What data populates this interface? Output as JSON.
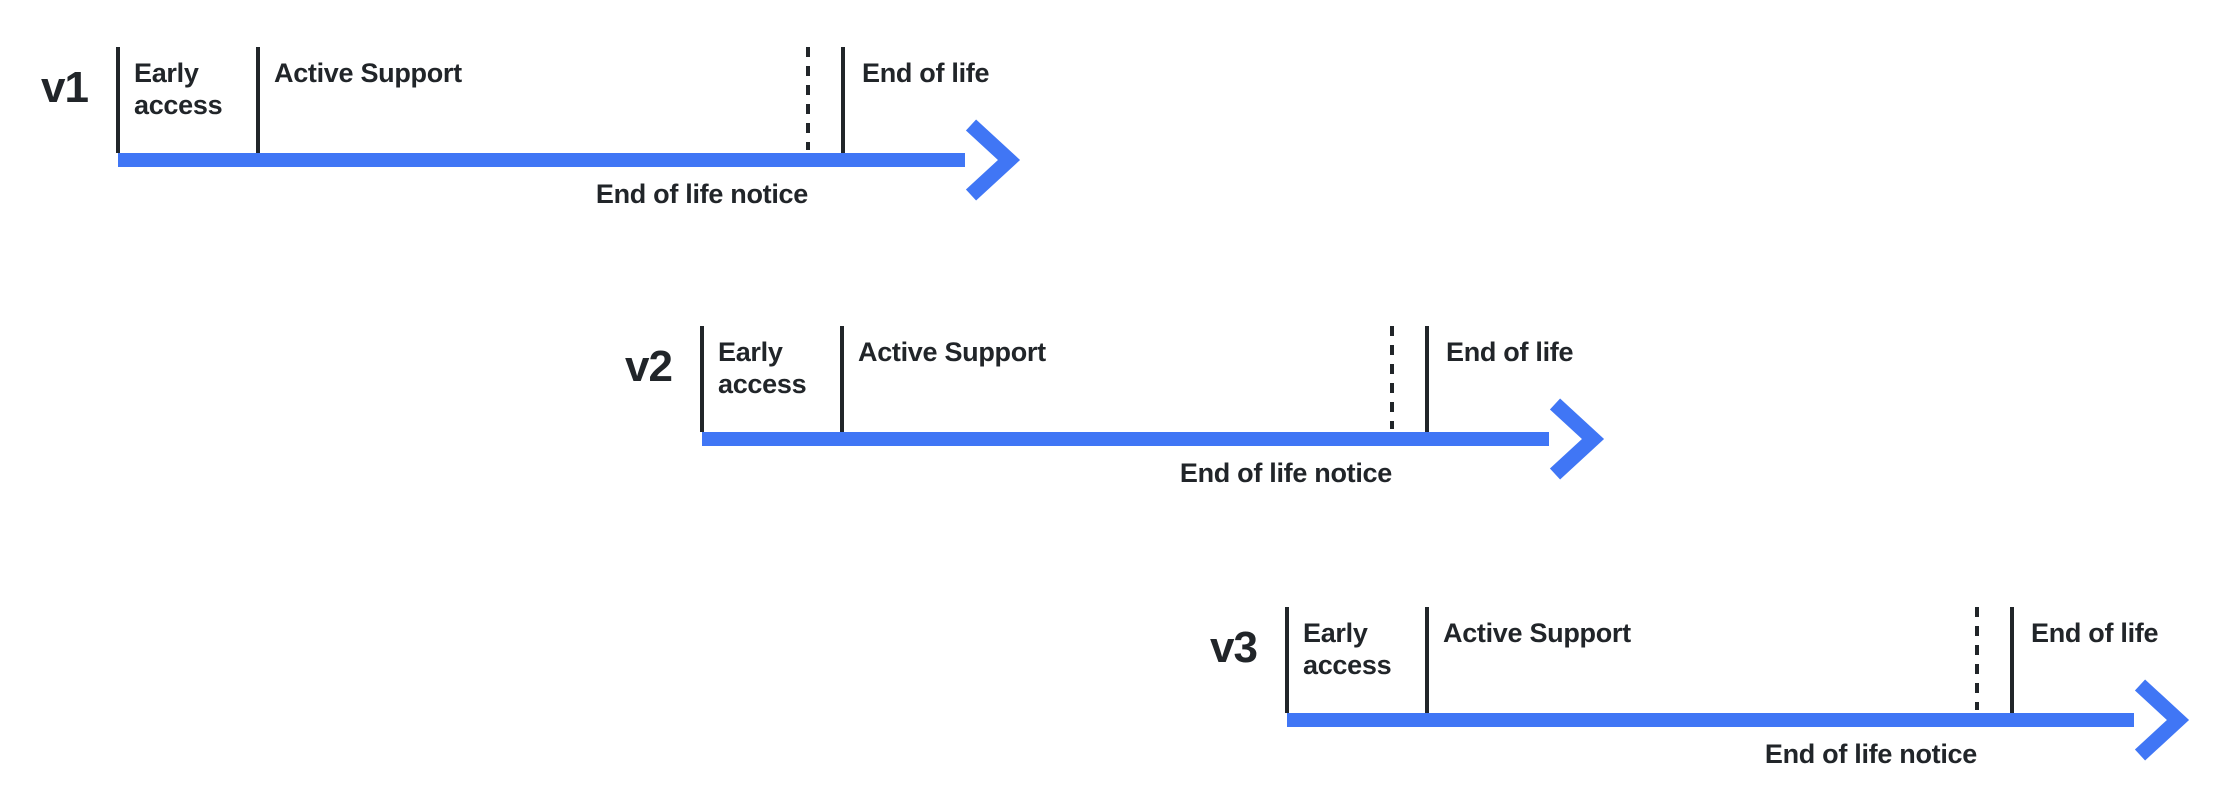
{
  "colors": {
    "arrow_blue": "#4076F5",
    "ink": "#212529"
  },
  "timelines": [
    {
      "version": "v1",
      "early_access": "Early access",
      "active_support": "Active Support",
      "end_of_life": "End of life",
      "end_of_life_notice": "End of life notice"
    },
    {
      "version": "v2",
      "early_access": "Early access",
      "active_support": "Active Support",
      "end_of_life": "End of life",
      "end_of_life_notice": "End of life notice"
    },
    {
      "version": "v3",
      "early_access": "Early access",
      "active_support": "Active Support",
      "end_of_life": "End of life",
      "end_of_life_notice": "End of life notice"
    }
  ]
}
